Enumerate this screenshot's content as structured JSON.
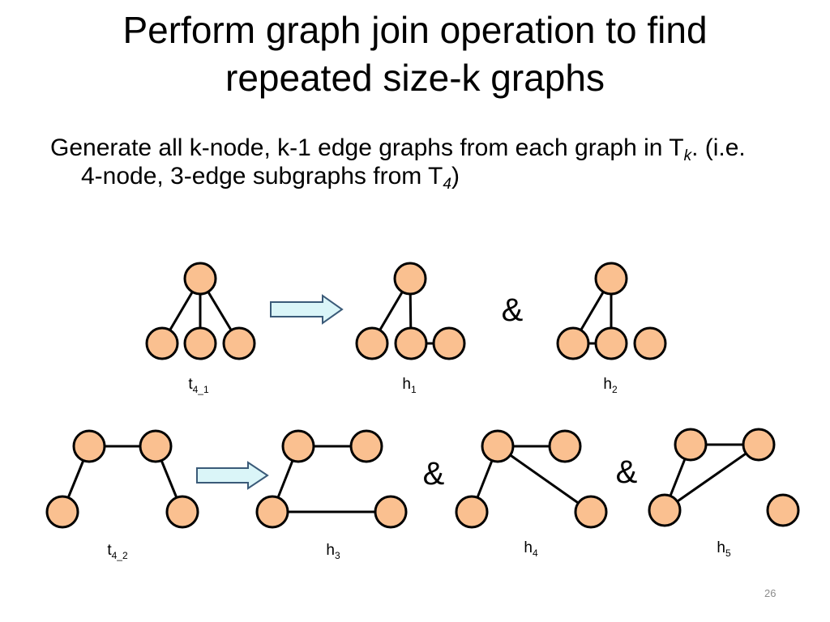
{
  "slide": {
    "title_lines": [
      "Perform graph join operation to find",
      "repeated size-k graphs"
    ],
    "body": {
      "line1_text": "Generate all k-node, k-1 edge graphs from each graph in T",
      "line1_sub": "k",
      "line1_tail": ". (i.e.",
      "line2_text": "4-node, 3-edge subgraphs from T",
      "line2_sub": "4",
      "line2_tail": ")"
    },
    "page_number": "26"
  },
  "graphs": [
    {
      "label": "t",
      "label_sub": "4_1",
      "node_count": 4,
      "edges": [
        [
          0,
          1
        ],
        [
          0,
          2
        ],
        [
          0,
          3
        ]
      ]
    },
    {
      "label": "h",
      "label_sub": "1",
      "node_count": 4,
      "edges": [
        [
          0,
          1
        ],
        [
          0,
          2
        ],
        [
          2,
          3
        ]
      ]
    },
    {
      "label": "h",
      "label_sub": "2",
      "node_count": 4,
      "edges": [
        [
          0,
          1
        ],
        [
          0,
          2
        ],
        [
          1,
          2
        ]
      ]
    },
    {
      "label": "t",
      "label_sub": "4_2",
      "node_count": 4,
      "edges": [
        [
          0,
          1
        ],
        [
          0,
          2
        ],
        [
          1,
          3
        ]
      ]
    },
    {
      "label": "h",
      "label_sub": "3",
      "node_count": 4,
      "edges": [
        [
          0,
          1
        ],
        [
          0,
          2
        ],
        [
          2,
          3
        ]
      ]
    },
    {
      "label": "h",
      "label_sub": "4",
      "node_count": 4,
      "edges": [
        [
          0,
          1
        ],
        [
          0,
          2
        ],
        [
          0,
          3
        ]
      ]
    },
    {
      "label": "h",
      "label_sub": "5",
      "node_count": 4,
      "edges": [
        [
          0,
          1
        ],
        [
          0,
          2
        ],
        [
          1,
          2
        ]
      ]
    }
  ],
  "join_symbols": [
    "&",
    "&",
    "&"
  ],
  "colors": {
    "node_fill": "#FAC090",
    "node_stroke": "#000000",
    "edge_stroke": "#000000",
    "arrow_fill": "#DAF5F8",
    "arrow_stroke": "#3A5A78"
  }
}
